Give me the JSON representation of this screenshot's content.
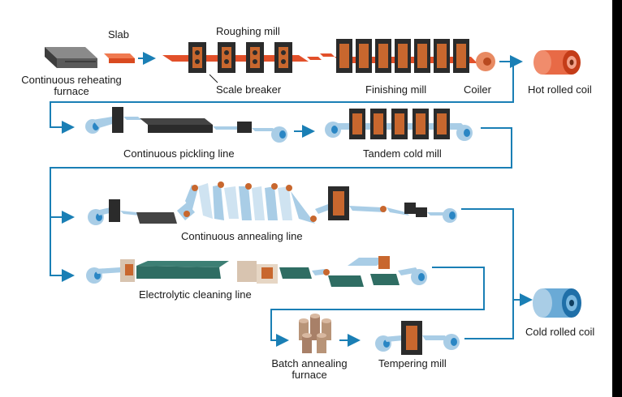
{
  "labels": {
    "slab": "Slab",
    "roughing_mill": "Roughing mill",
    "reheating_line1": "Continuous reheating",
    "reheating_line2": "furnace",
    "scale_breaker": "Scale breaker",
    "finishing_mill": "Finishing mill",
    "coiler": "Coiler",
    "hot_rolled_coil": "Hot rolled coil",
    "pickling_line": "Continuous pickling line",
    "tandem_cold_mill": "Tandem cold mill",
    "annealing_line": "Continuous annealing line",
    "cleaning_line": "Electrolytic cleaning line",
    "cold_rolled_coil": "Cold rolled coil",
    "batch_line1": "Batch annealing",
    "batch_line2": "furnace",
    "tempering_mill": "Tempering mill"
  },
  "colors": {
    "flow_line": "#1a7fb5",
    "hot_strip": "#e2502a",
    "cold_strip": "#a9cde6",
    "stand_body": "#2b2b2b",
    "roll_copper": "#c8672e",
    "coil_blue": "#2a86c4",
    "furnace_green": "#2f6d63"
  }
}
